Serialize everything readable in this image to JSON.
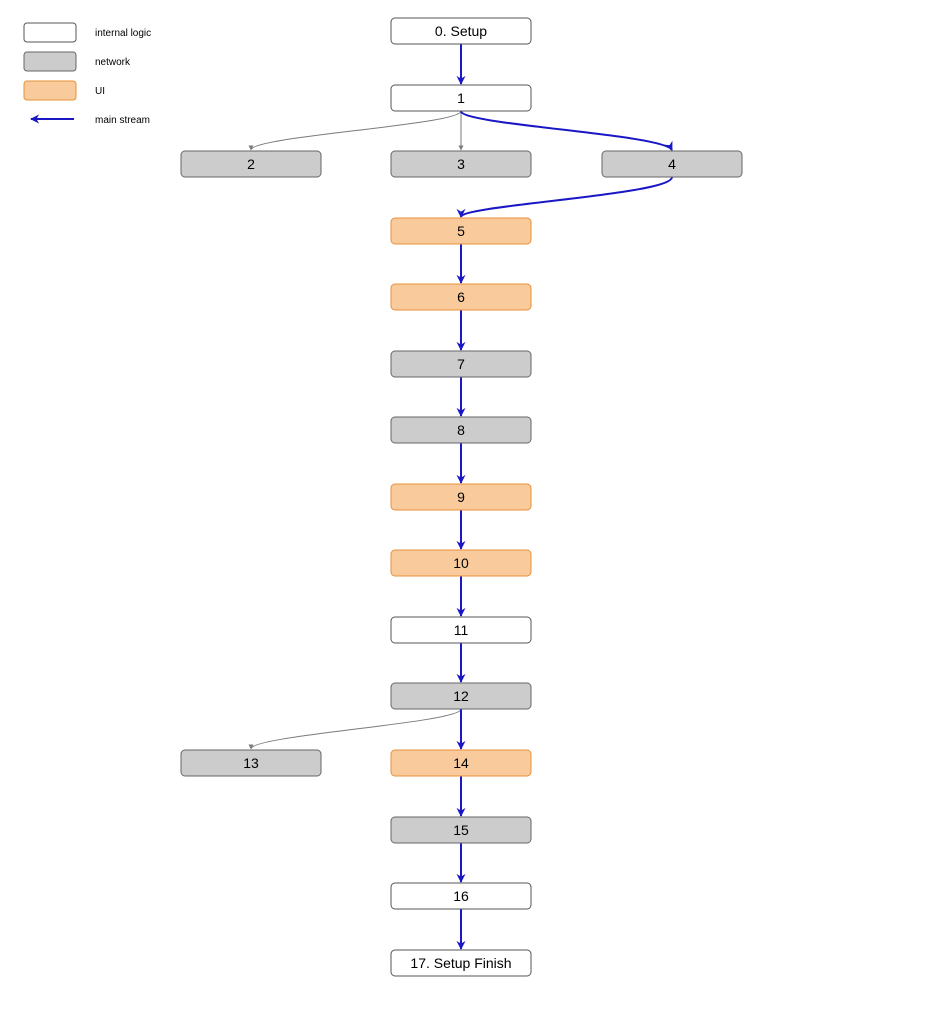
{
  "styles": {
    "internal": {
      "fill": "#ffffff",
      "stroke": "#555555"
    },
    "network": {
      "fill": "#cccccc",
      "stroke": "#666666"
    },
    "ui": {
      "fill": "#f9cb9c",
      "stroke": "#e69138"
    },
    "main_stream_color": "#1a18c4",
    "branch_color": "#7a7a7a"
  },
  "legend": [
    {
      "style": "internal",
      "label": "internal logic"
    },
    {
      "style": "network",
      "label": "network"
    },
    {
      "style": "ui",
      "label": "UI"
    },
    {
      "style": "arrow",
      "label": "main stream"
    }
  ],
  "nodes": [
    {
      "id": "n0",
      "label": "0. Setup",
      "style": "internal"
    },
    {
      "id": "n1",
      "label": "1",
      "style": "internal"
    },
    {
      "id": "n2",
      "label": "2",
      "style": "network"
    },
    {
      "id": "n3",
      "label": "3",
      "style": "network"
    },
    {
      "id": "n4",
      "label": "4",
      "style": "network"
    },
    {
      "id": "n5",
      "label": "5",
      "style": "ui"
    },
    {
      "id": "n6",
      "label": "6",
      "style": "ui"
    },
    {
      "id": "n7",
      "label": "7",
      "style": "network"
    },
    {
      "id": "n8",
      "label": "8",
      "style": "network"
    },
    {
      "id": "n9",
      "label": "9",
      "style": "ui"
    },
    {
      "id": "n10",
      "label": "10",
      "style": "ui"
    },
    {
      "id": "n11",
      "label": "11",
      "style": "internal"
    },
    {
      "id": "n12",
      "label": "12",
      "style": "network"
    },
    {
      "id": "n13",
      "label": "13",
      "style": "network"
    },
    {
      "id": "n14",
      "label": "14",
      "style": "ui"
    },
    {
      "id": "n15",
      "label": "15",
      "style": "network"
    },
    {
      "id": "n16",
      "label": "16",
      "style": "internal"
    },
    {
      "id": "n17",
      "label": "17. Setup Finish",
      "style": "internal"
    }
  ],
  "edges": [
    {
      "from": "n0",
      "to": "n1",
      "kind": "main"
    },
    {
      "from": "n1",
      "to": "n2",
      "kind": "branch"
    },
    {
      "from": "n1",
      "to": "n3",
      "kind": "branch"
    },
    {
      "from": "n1",
      "to": "n4",
      "kind": "main"
    },
    {
      "from": "n4",
      "to": "n5",
      "kind": "main"
    },
    {
      "from": "n5",
      "to": "n6",
      "kind": "main"
    },
    {
      "from": "n6",
      "to": "n7",
      "kind": "main"
    },
    {
      "from": "n7",
      "to": "n8",
      "kind": "main"
    },
    {
      "from": "n8",
      "to": "n9",
      "kind": "main"
    },
    {
      "from": "n9",
      "to": "n10",
      "kind": "main"
    },
    {
      "from": "n10",
      "to": "n11",
      "kind": "main"
    },
    {
      "from": "n11",
      "to": "n12",
      "kind": "main"
    },
    {
      "from": "n12",
      "to": "n13",
      "kind": "branch"
    },
    {
      "from": "n12",
      "to": "n14",
      "kind": "main"
    },
    {
      "from": "n14",
      "to": "n15",
      "kind": "main"
    },
    {
      "from": "n15",
      "to": "n16",
      "kind": "main"
    },
    {
      "from": "n16",
      "to": "n17",
      "kind": "main"
    }
  ]
}
